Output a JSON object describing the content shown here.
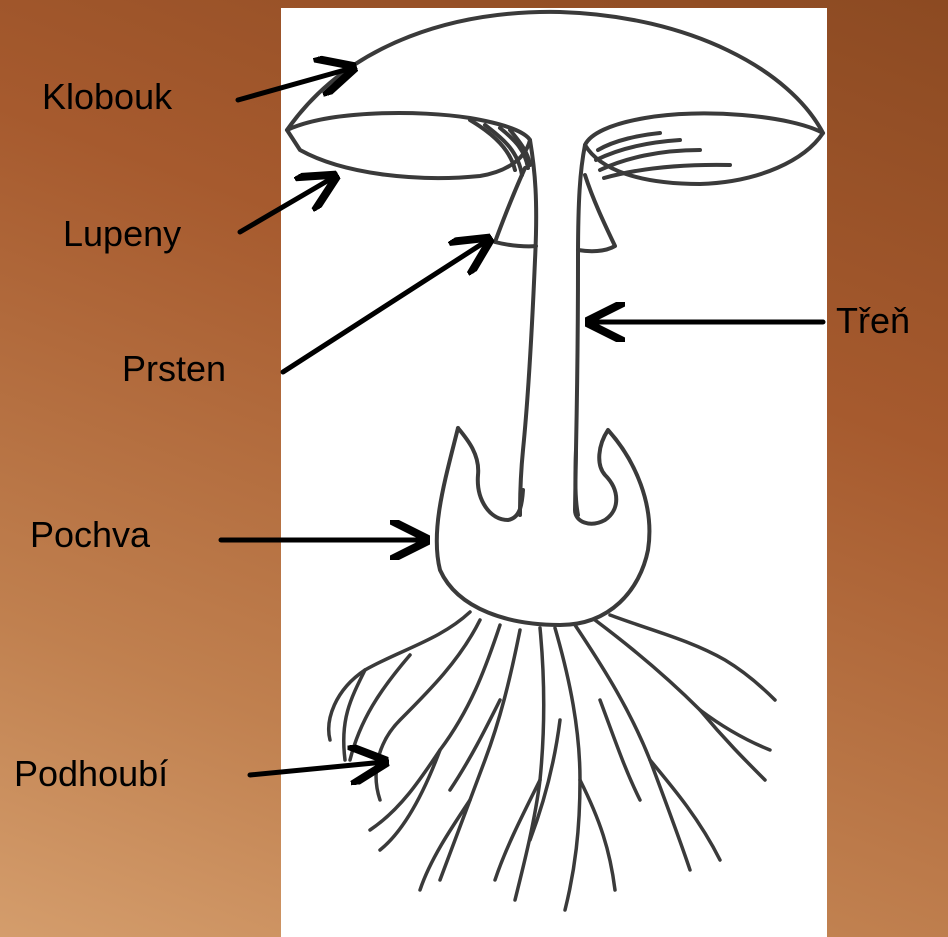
{
  "colors": {
    "background_light": "#d49d6c",
    "background_dark": "#8c4a22",
    "panel": "#ffffff",
    "outline": "#3a3a3a",
    "arrow": "#000000"
  },
  "labels": {
    "klobouk": "Klobouk",
    "lupeny": "Lupeny",
    "prsten": "Prsten",
    "tren": "Třeň",
    "pochva": "Pochva",
    "podhoubi": "Podhoubí"
  }
}
